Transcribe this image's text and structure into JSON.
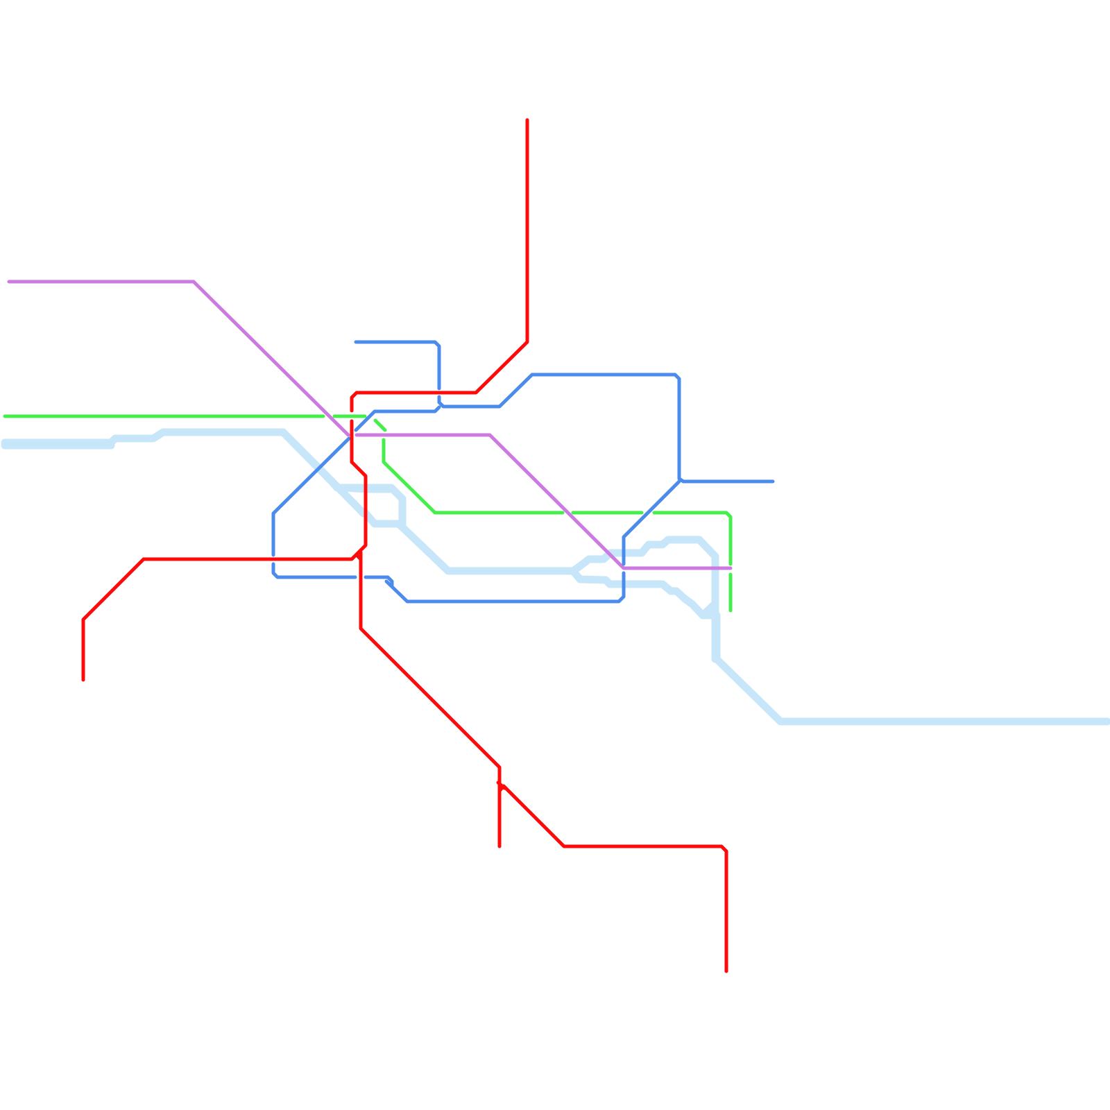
{
  "map": {
    "background": "#ffffff",
    "lines": [
      {
        "id": "river",
        "kind": "water",
        "color": "#c8e6fa"
      },
      {
        "id": "green-line",
        "kind": "route",
        "color": "#46ee4c"
      },
      {
        "id": "purple-line",
        "kind": "route",
        "color": "#cc7ae0"
      },
      {
        "id": "blue-line",
        "kind": "route",
        "color": "#4b8bec"
      },
      {
        "id": "red-line",
        "kind": "route",
        "color": "#ff0a0a"
      }
    ]
  }
}
